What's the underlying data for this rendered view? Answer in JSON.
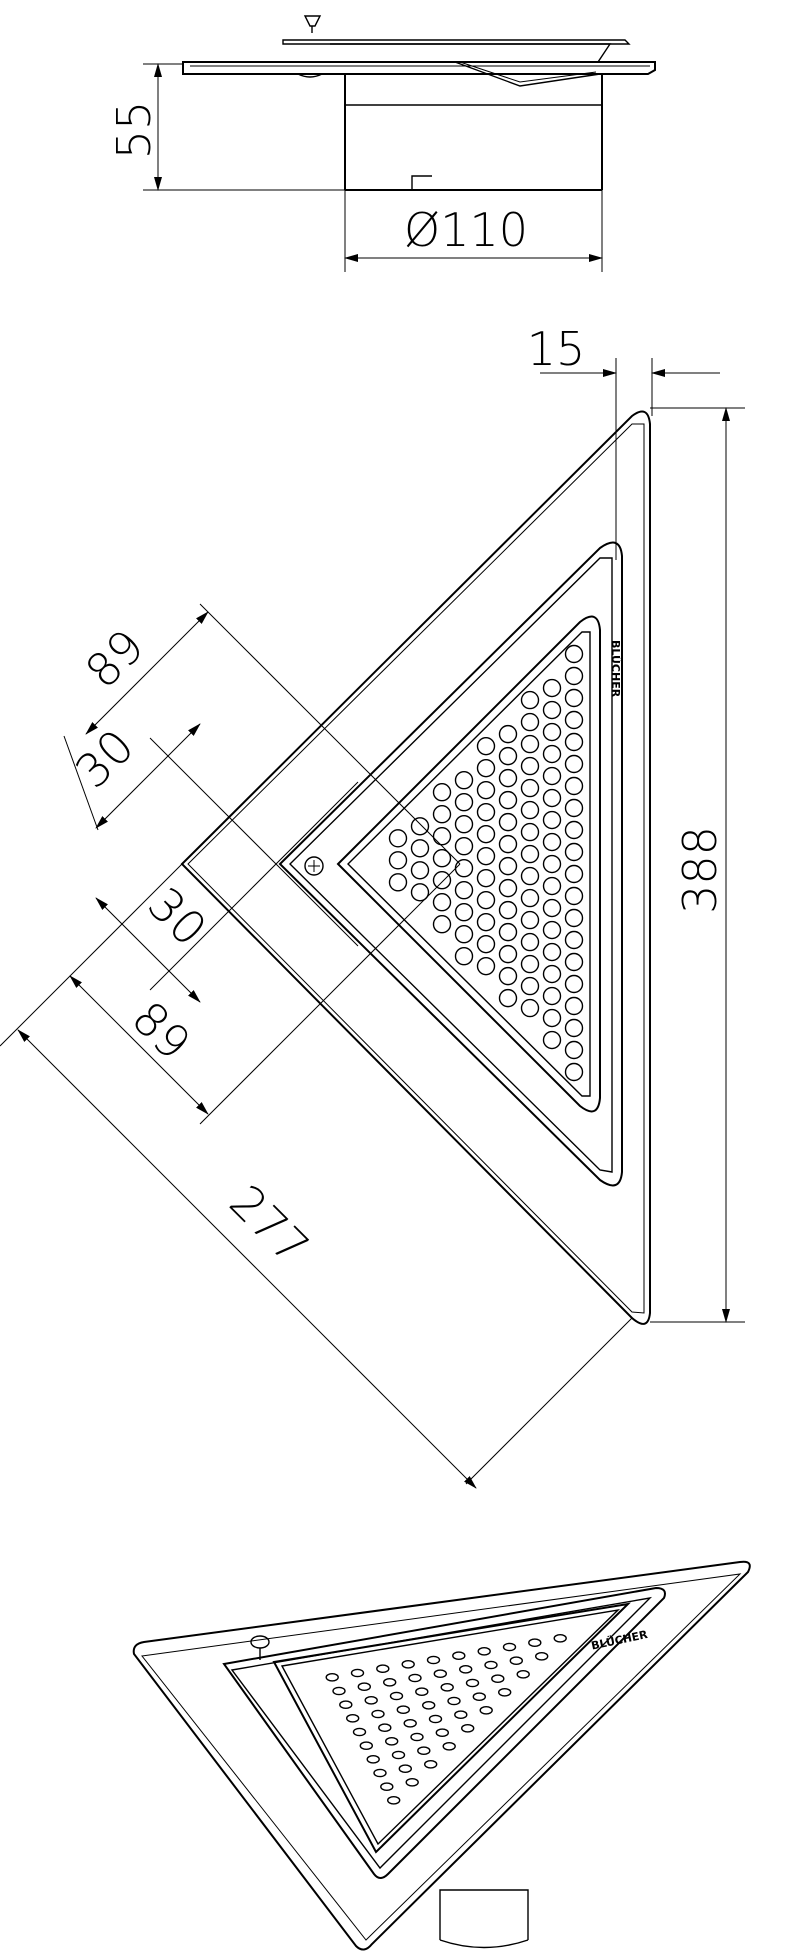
{
  "drawing": {
    "brand_label": "BLÜCHER",
    "dimensions": {
      "height_55": "55",
      "diameter_110": "Ø110",
      "rim_15": "15",
      "side_388": "388",
      "dist_89_top": "89",
      "dist_30_top": "30",
      "dist_30_bottom": "30",
      "dist_89_bottom": "89",
      "side_277": "277"
    }
  }
}
